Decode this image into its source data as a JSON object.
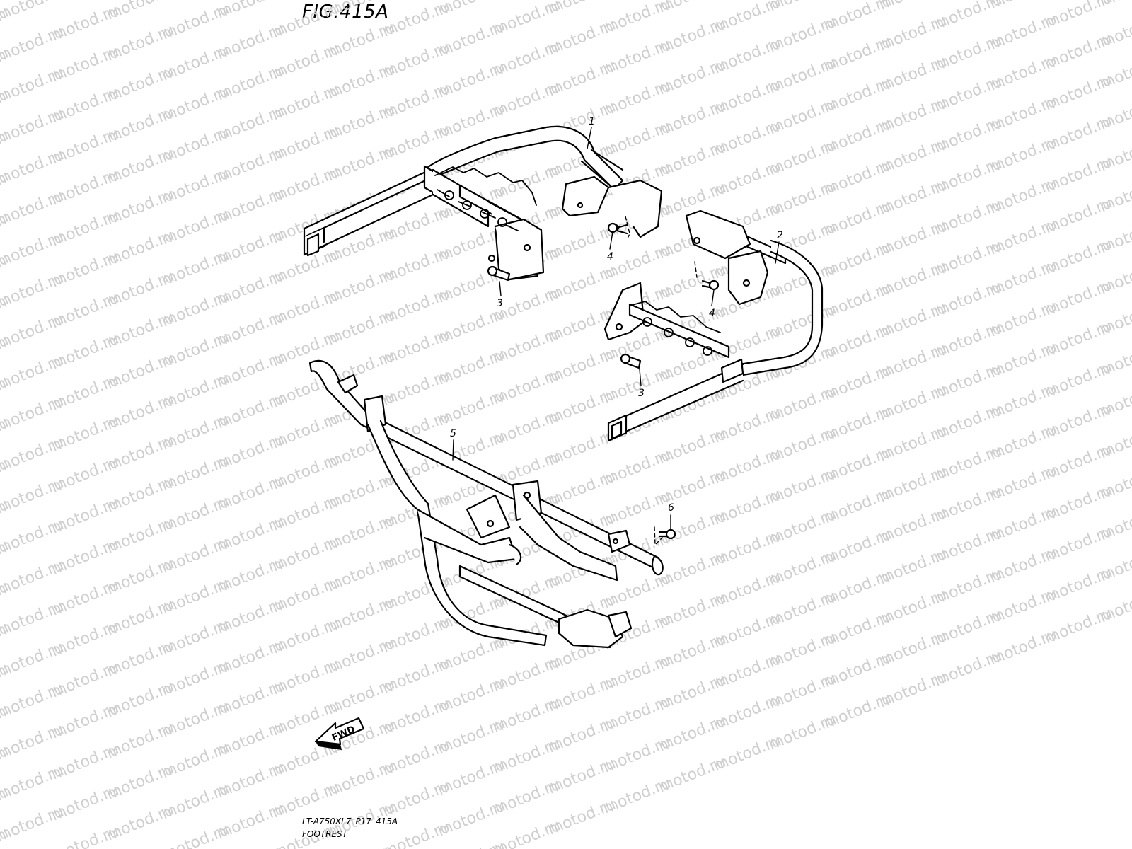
{
  "figure": {
    "title": "FIG.415A",
    "watermark_text": "motod.ru",
    "forward_arrow_label": "FWD",
    "model_code": "LT-A750XL7_P17_415A",
    "caption": "FOOTREST"
  },
  "callouts": [
    "1",
    "2",
    "3",
    "3",
    "4",
    "4",
    "5",
    "6"
  ],
  "colors": {
    "line": "#000000",
    "background": "#ffffff",
    "watermark": "#cfcfcf"
  }
}
